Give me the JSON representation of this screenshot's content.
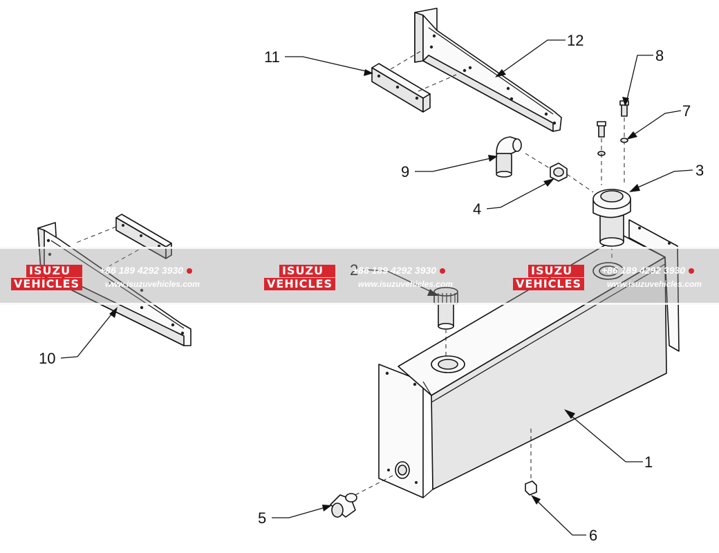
{
  "callouts": [
    {
      "id": 1,
      "label": "1"
    },
    {
      "id": 2,
      "label": "2"
    },
    {
      "id": 3,
      "label": "3"
    },
    {
      "id": 4,
      "label": "4"
    },
    {
      "id": 5,
      "label": "5"
    },
    {
      "id": 6,
      "label": "6"
    },
    {
      "id": 7,
      "label": "7"
    },
    {
      "id": 8,
      "label": "8"
    },
    {
      "id": 9,
      "label": "9"
    },
    {
      "id": 10,
      "label": "10"
    },
    {
      "id": 11,
      "label": "11"
    },
    {
      "id": 12,
      "label": "12"
    }
  ],
  "watermark": {
    "brand_line1": "ISUZU",
    "brand_line2": "VEHICLES",
    "phone": "+86 189 4292 3930",
    "url": "www.isuzuvehicles.com",
    "brand_color": "#d8262e"
  },
  "colors": {
    "line": "#111111",
    "background": "#ffffff"
  }
}
